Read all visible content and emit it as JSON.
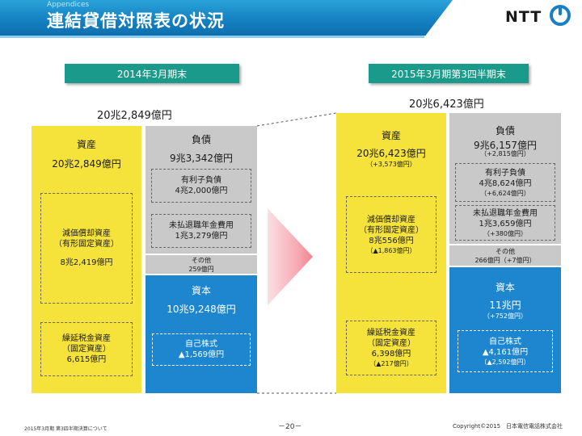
{
  "header": {
    "subtitle": "Appendices",
    "title": "連結貸借対照表の状況",
    "logo": "NTT"
  },
  "left": {
    "date": "2014年3月期末",
    "total": "20兆2,849億円",
    "assets": {
      "title": "資産",
      "amount": "20兆2,849億円",
      "fixed_line1": "減価償却資産",
      "fixed_line2": "（有形固定資産）",
      "fixed_amount": "8兆2,419億円",
      "deferred_line1": "繰延税金資産",
      "deferred_line2": "（固定資産）",
      "deferred_amount": "6,615億円"
    },
    "liabilities": {
      "title": "負債",
      "amount": "9兆3,342億円",
      "interest_title": "有利子負債",
      "interest_amount": "4兆2,000億円",
      "pension_title": "未払退職年金費用",
      "pension_amount": "1兆3,279億円"
    },
    "other": {
      "title": "その他",
      "amount": "259億円"
    },
    "equity": {
      "title": "資本",
      "amount": "10兆9,248億円",
      "treasury_title": "自己株式",
      "treasury_amount": "▲1,569億円"
    }
  },
  "right": {
    "date": "2015年3月期第3四半期末",
    "total": "20兆6,423億円",
    "assets": {
      "title": "資産",
      "amount": "20兆6,423億円",
      "change": "（+3,573億円）",
      "fixed_line1": "減価償却資産",
      "fixed_line2": "（有形固定資産）",
      "fixed_amount": "8兆556億円",
      "fixed_change": "（▲1,863億円）",
      "deferred_line1": "繰延税金資産",
      "deferred_line2": "（固定資産）",
      "deferred_amount": "6,398億円",
      "deferred_change": "（▲217億円）"
    },
    "liabilities": {
      "title": "負債",
      "amount": "9兆6,157億円",
      "change": "（+2,815億円）",
      "interest_title": "有利子負債",
      "interest_amount": "4兆8,624億円",
      "interest_change": "（+6,624億円）",
      "pension_title": "未払退職年金費用",
      "pension_amount": "1兆3,659億円",
      "pension_change": "（+380億円）"
    },
    "other": {
      "title": "その他",
      "amount": "266億円（+7億円）"
    },
    "equity": {
      "title": "資本",
      "amount": "11兆円",
      "change": "（+752億円）",
      "treasury_title": "自己株式",
      "treasury_amount": "▲4,161億円",
      "treasury_change": "（▲2,592億円）"
    }
  },
  "footer": {
    "left": "2015年3月期 第3四半期決算について",
    "page": "－20－",
    "copyright": "Copyright©2015　日本電信電話株式会社"
  },
  "colors": {
    "assets": "#f5e33b",
    "liabilities": "#c9c9c9",
    "equity": "#1d86cf",
    "date_label": "#199a8a",
    "header": "#1581c2"
  }
}
